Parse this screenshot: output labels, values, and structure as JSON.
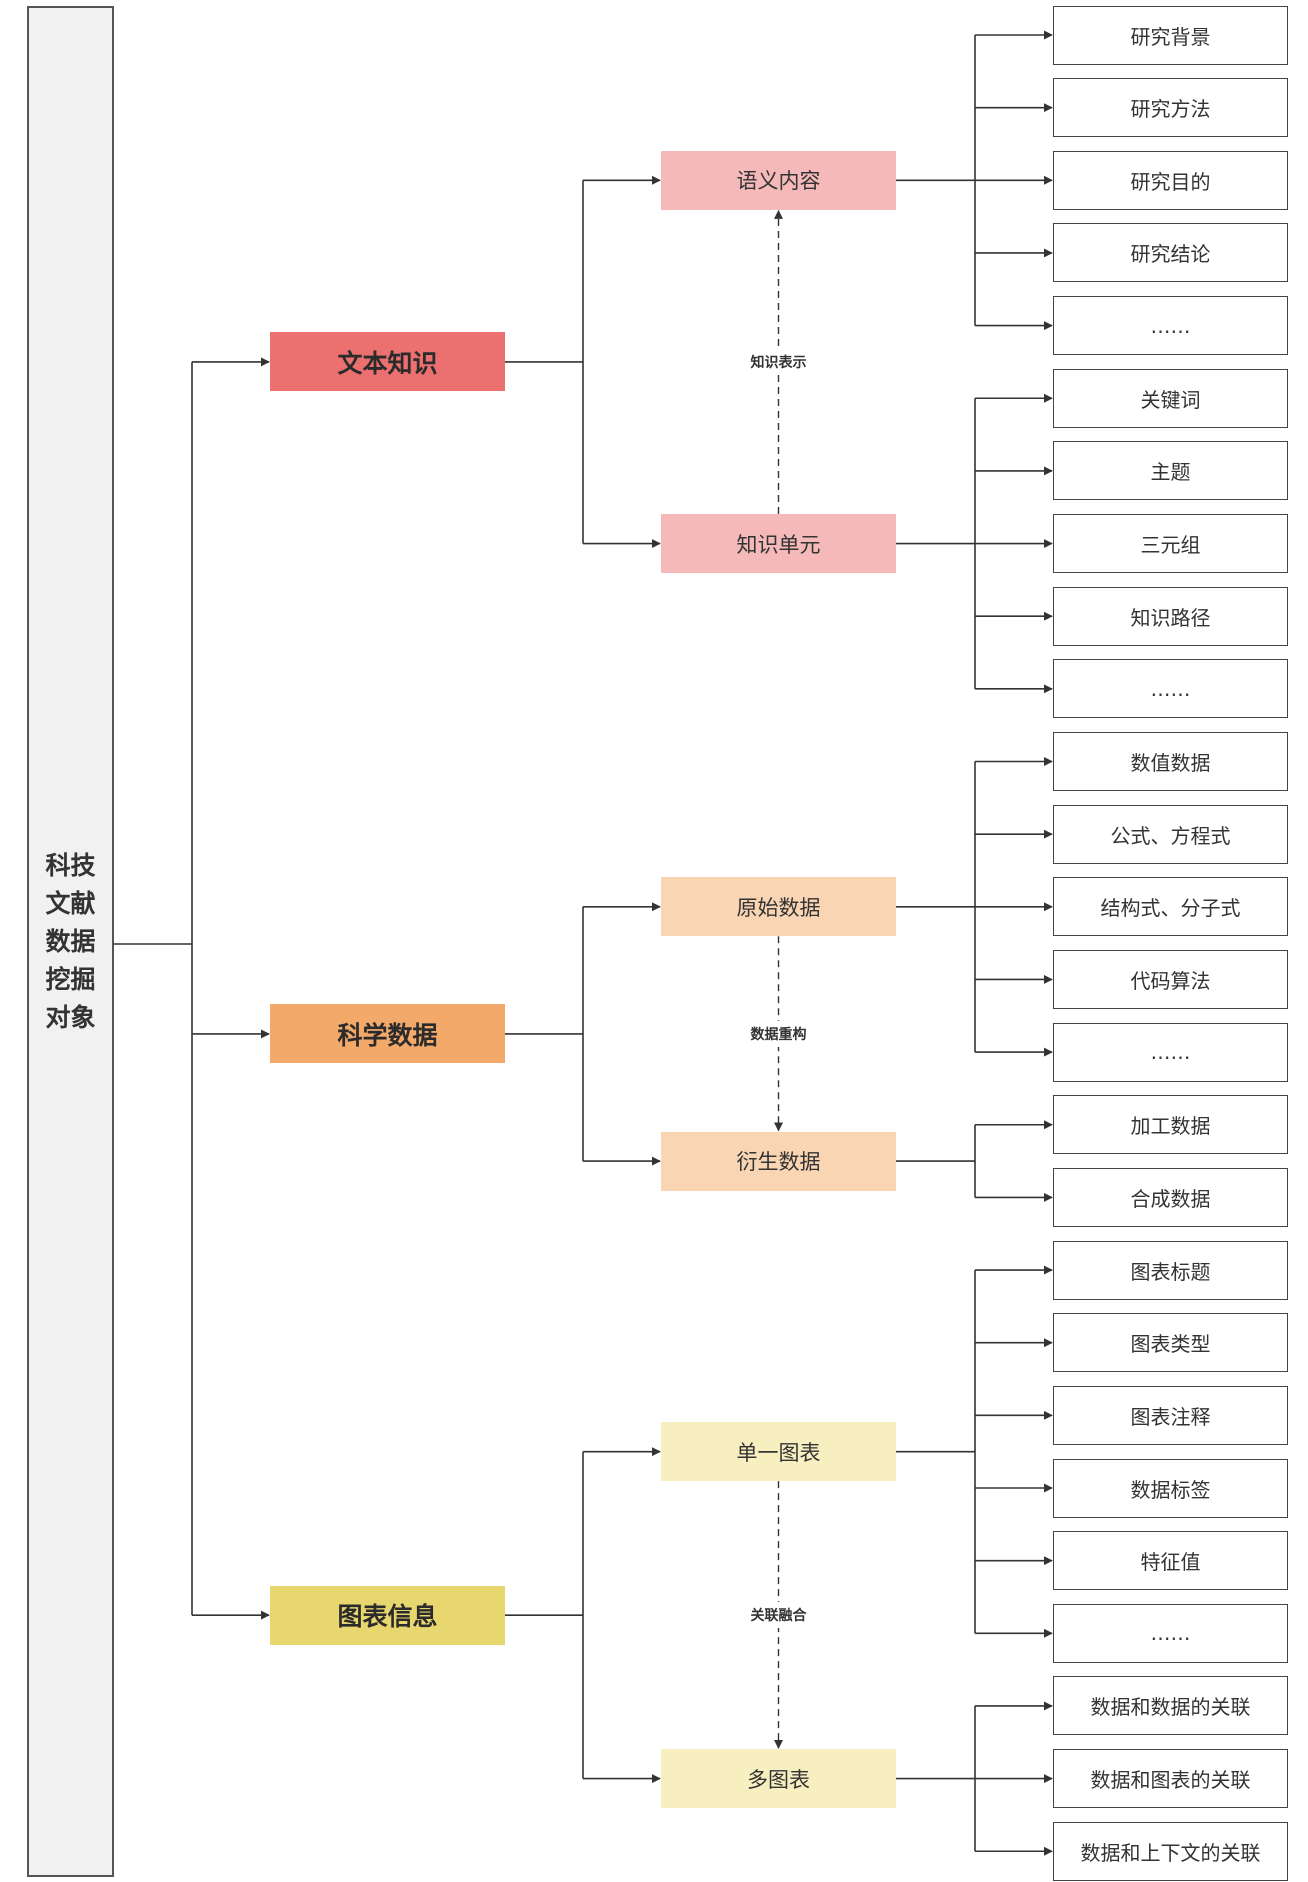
{
  "root": {
    "label": "科技文献数据挖掘对象",
    "lines": [
      "科技",
      "文献",
      "数据",
      "挖掘",
      "对象"
    ]
  },
  "branches": [
    {
      "label": "文本知识",
      "color": "#ec7070",
      "child_color": "#f4b9b8",
      "relation": "知识表示",
      "relation_direction": "up",
      "children": [
        {
          "label": "语义内容",
          "leaves": [
            "研究背景",
            "研究方法",
            "研究目的",
            "研究结论",
            "……"
          ]
        },
        {
          "label": "知识单元",
          "leaves": [
            "关键词",
            "主题",
            "三元组",
            "知识路径",
            "……"
          ]
        }
      ]
    },
    {
      "label": "科学数据",
      "color": "#f2a96a",
      "child_color": "#f9d5b4",
      "relation": "数据重构",
      "relation_direction": "down",
      "children": [
        {
          "label": "原始数据",
          "leaves": [
            "数值数据",
            "公式、方程式",
            "结构式、分子式",
            "代码算法",
            "……"
          ]
        },
        {
          "label": "衍生数据",
          "leaves": [
            "加工数据",
            "合成数据"
          ]
        }
      ]
    },
    {
      "label": "图表信息",
      "color": "#e8d66e",
      "child_color": "#f8efc0",
      "relation": "关联融合",
      "relation_direction": "down",
      "children": [
        {
          "label": "单一图表",
          "leaves": [
            "图表标题",
            "图表类型",
            "图表注释",
            "数据标签",
            "特征值",
            "……"
          ]
        },
        {
          "label": "多图表",
          "leaves": [
            "数据和数据的关联",
            "数据和图表的关联",
            "数据和上下文的关联"
          ]
        }
      ]
    }
  ]
}
